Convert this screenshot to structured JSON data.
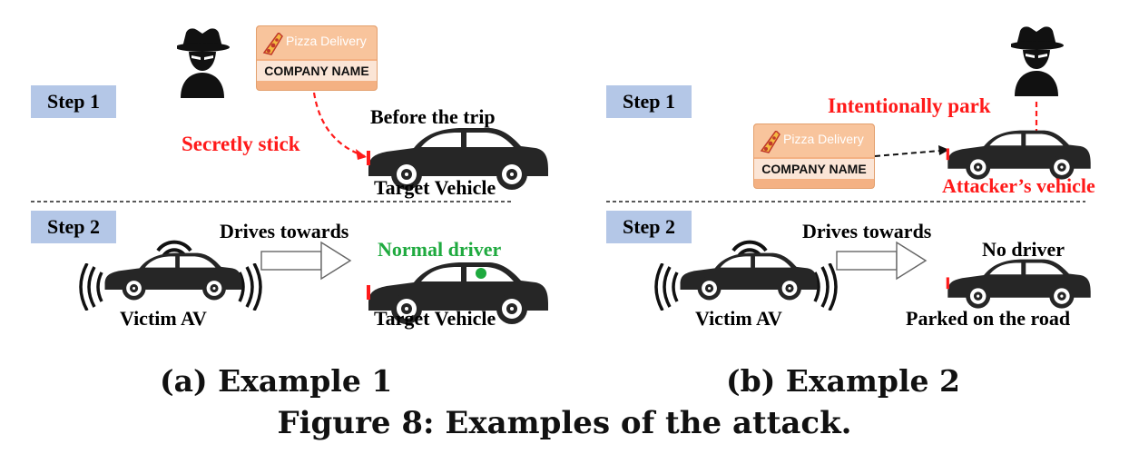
{
  "panel_a": {
    "step1": "Step 1",
    "step2": "Step 2",
    "sign_brand": "Pizza Delivery",
    "sign_company": "COMPANY NAME",
    "secretly_stick": "Secretly stick",
    "before_trip": "Before the trip",
    "target_vehicle_1": "Target Vehicle",
    "drives_towards": "Drives towards",
    "normal_driver": "Normal driver",
    "victim_av": "Victim AV",
    "target_vehicle_2": "Target Vehicle",
    "caption": "(a) Example 1"
  },
  "panel_b": {
    "step1": "Step 1",
    "step2": "Step 2",
    "sign_brand": "Pizza Delivery",
    "sign_company": "COMPANY NAME",
    "intentionally_park": "Intentionally park",
    "attackers_vehicle": "Attacker’s vehicle",
    "drives_towards": "Drives towards",
    "no_driver": "No driver",
    "victim_av": "Victim AV",
    "parked_on_road": "Parked on the road",
    "caption": "(b) Example 2"
  },
  "figure_caption": "Figure 8: Examples of the attack.",
  "colors": {
    "step_bg": "#b4c7e7",
    "red": "#ff1a1a",
    "green": "#1faa3f",
    "sign": "#f4b183",
    "car": "#262626"
  },
  "icons": [
    "spy-icon",
    "pizza-icon",
    "car-icon",
    "wifi-signal-icon",
    "arrow-icon"
  ]
}
